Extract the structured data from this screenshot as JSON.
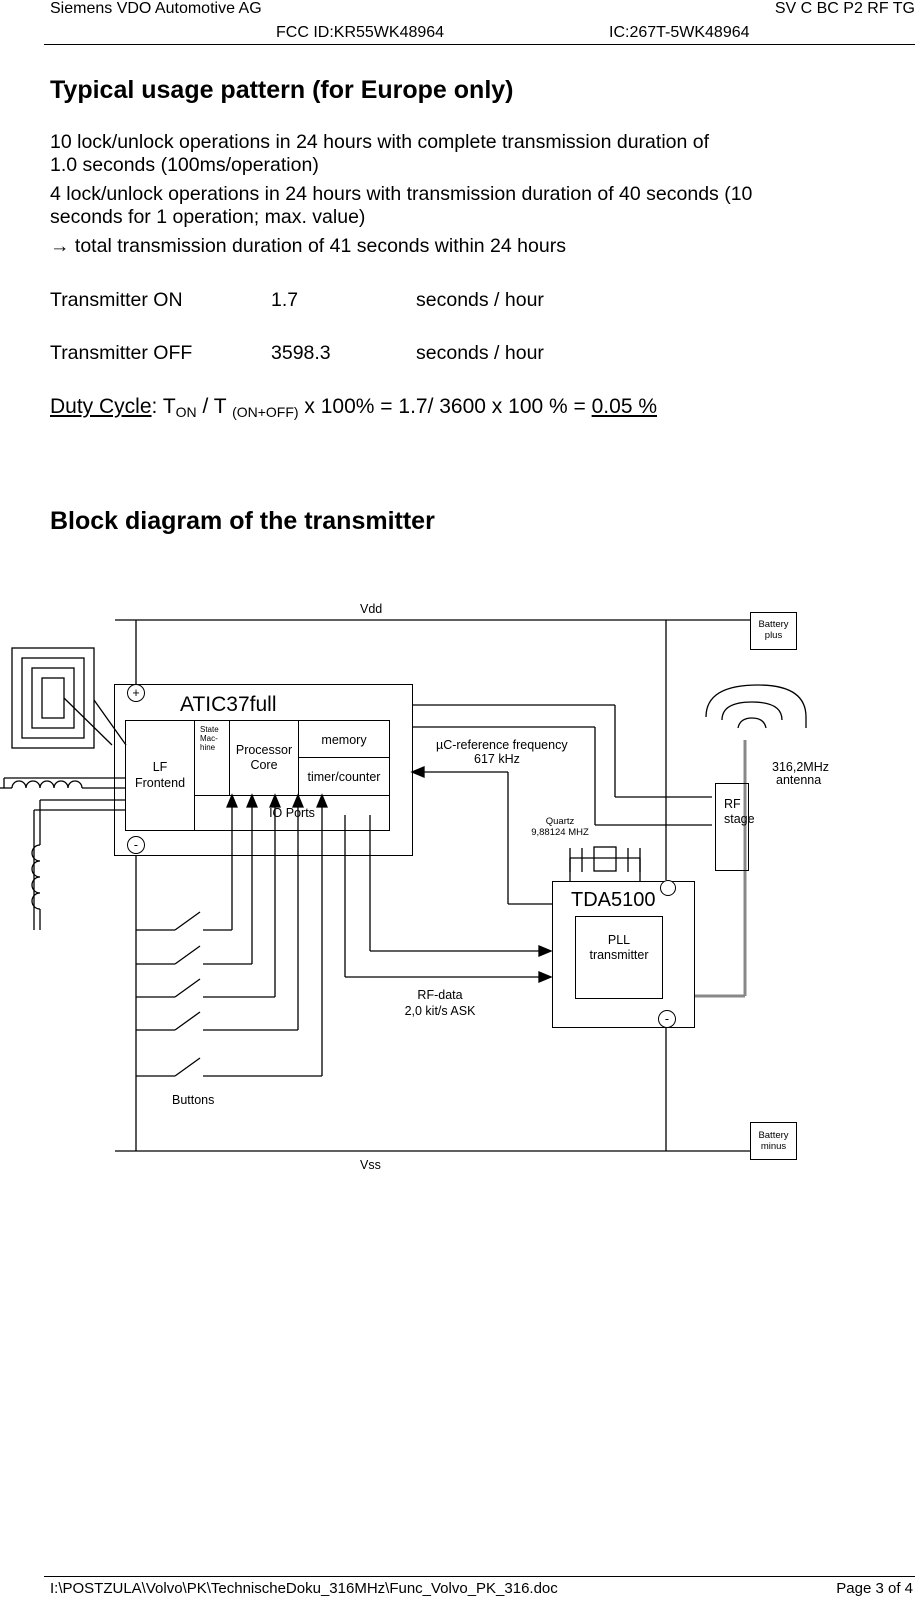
{
  "header": {
    "company": "Siemens VDO Automotive AG",
    "doc_code": "SV C BC P2 RF TG",
    "fcc_id": "FCC ID:KR55WK48964",
    "ic_id": "IC:267T-5WK48964"
  },
  "usage": {
    "heading": "Typical usage pattern (for Europe only)",
    "lines": [
      "10 lock/unlock operations in 24 hours with complete transmission duration of",
      "1.0 seconds (100ms/operation)",
      "4 lock/unlock operations in 24 hours with transmission duration of 40 seconds (10",
      "seconds for 1 operation; max. value)",
      "→ total transmission duration of 41 seconds within 24 hours"
    ],
    "tx_on": {
      "label": "Transmitter ON",
      "value": "1.7",
      "unit": "seconds / hour"
    },
    "tx_off": {
      "label": "Transmitter OFF",
      "value": "3598.3",
      "unit": "seconds / hour"
    },
    "duty": {
      "label": "Duty Cycle",
      "colon": ": T",
      "sub_on": "ON",
      "slash": " / T ",
      "sub_total": "(ON+OFF)",
      "formula": " x 100% = 1.7/ 3600 x 100 % = ",
      "result": "0.05 %"
    }
  },
  "block": {
    "heading": "Block diagram of the transmitter",
    "vdd": "Vdd",
    "vss": "Vss",
    "battery_plus": [
      "Battery",
      "plus"
    ],
    "battery_minus": [
      "Battery",
      "minus"
    ],
    "plus_sign": "+",
    "minus_sign": "-",
    "atic": "ATIC37full",
    "lf_frontend": [
      "LF",
      "Frontend"
    ],
    "state_machine": [
      "State",
      "Mac-",
      "hine"
    ],
    "processor_core": [
      "Processor",
      "Core"
    ],
    "memory": "memory",
    "timer_counter": "timer/counter",
    "io_ports": "IO Ports",
    "uc_ref": "µC-reference frequency",
    "uc_freq": "617 kHz",
    "quartz": [
      "Quartz",
      "9,88124 MHZ"
    ],
    "tda": "TDA5100",
    "pll": [
      "PLL",
      "transmitter"
    ],
    "rf_stage": [
      "RF",
      "stage"
    ],
    "antenna": [
      "316,2MHz",
      "antenna"
    ],
    "rf_data": [
      "RF-data",
      "2,0 kit/s ASK"
    ],
    "buttons": "Buttons"
  },
  "footer": {
    "path": "I:\\POSTZULA\\Volvo\\PK\\TechnischeDoku_316MHz\\Func_Volvo_PK_316.doc",
    "page": "Page 3 of 4"
  }
}
